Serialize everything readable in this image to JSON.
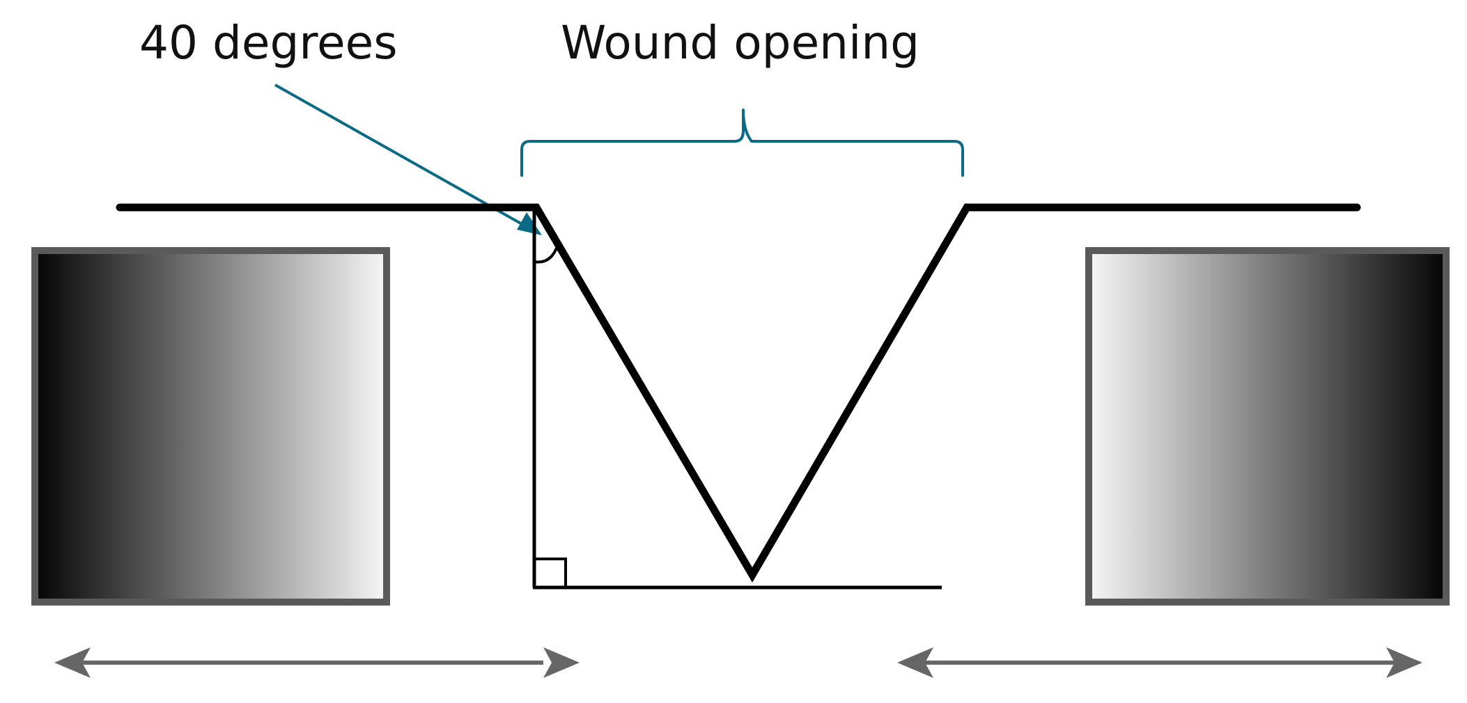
{
  "labels": {
    "angle": "40 degrees",
    "opening": "Wound opening"
  },
  "colors": {
    "annotation": "#0b6a86",
    "wound_outline": "#000000",
    "block_border": "#5a5a5a",
    "block_dark": "#050505",
    "block_light": "#f6f6f6",
    "arrow": "#666666"
  },
  "angle_degrees": 40
}
